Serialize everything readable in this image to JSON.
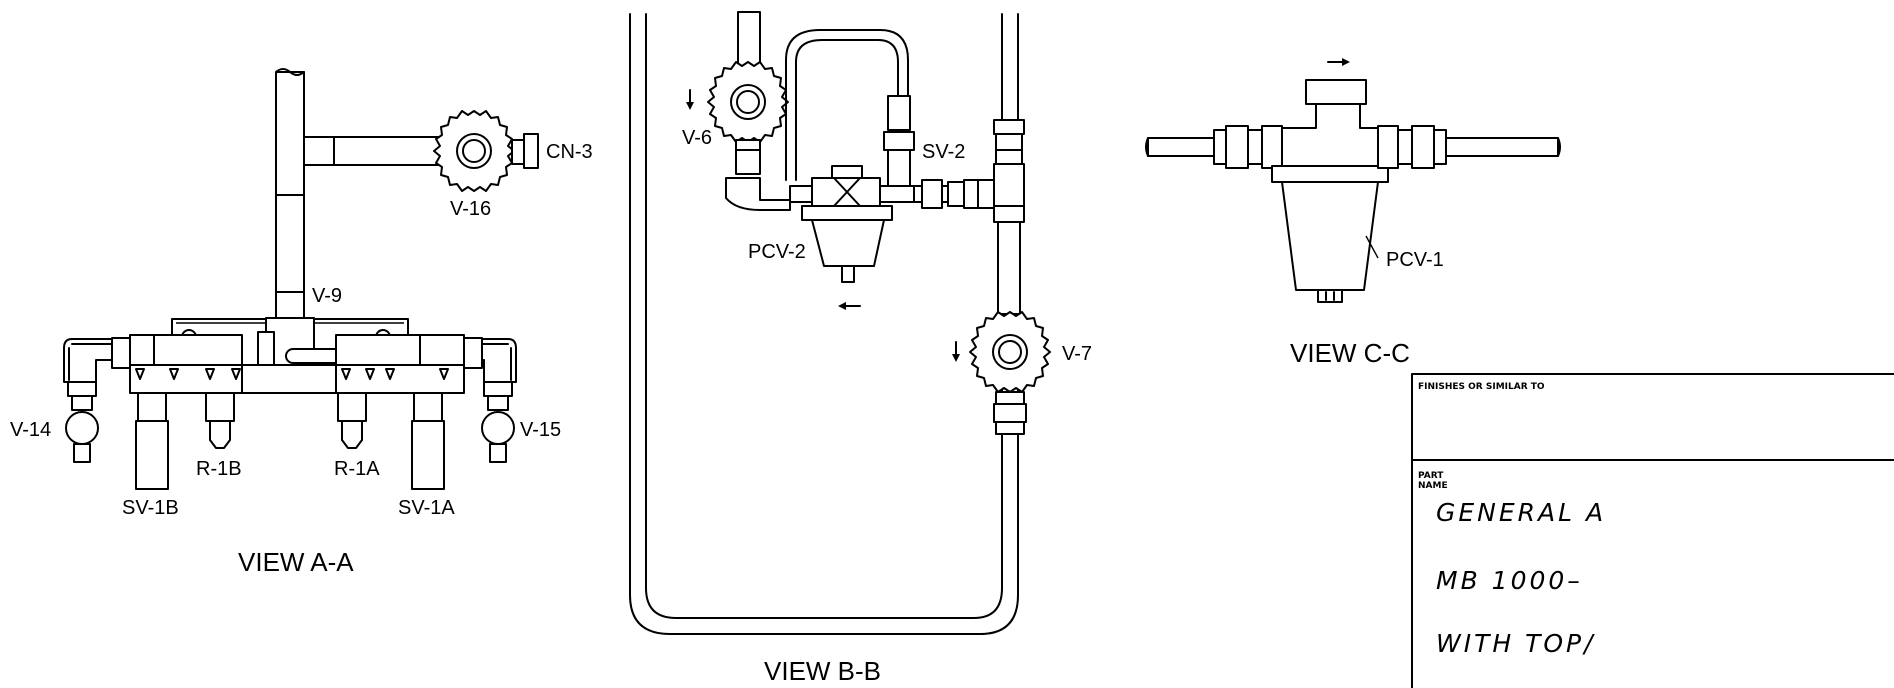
{
  "views": {
    "a": {
      "title": "VIEW A-A",
      "labels": {
        "cn3": "CN-3",
        "v16": "V-16",
        "v9": "V-9",
        "v14": "V-14",
        "v15": "V-15",
        "r1b": "R-1B",
        "r1a": "R-1A",
        "sv1b": "SV-1B",
        "sv1a": "SV-1A"
      }
    },
    "b": {
      "title": "VIEW B-B",
      "labels": {
        "v6": "V-6",
        "sv2": "SV-2",
        "pcv2": "PCV-2",
        "v7": "V-7"
      }
    },
    "c": {
      "title": "VIEW C-C",
      "labels": {
        "pcv1": "PCV-1"
      }
    }
  },
  "title_block": {
    "finishes": "FINISHES OR SIMILAR TO",
    "part_name_line1": "PART",
    "part_name_line2": "NAME",
    "line1": "GENERAL A",
    "line2": "MB 1000–",
    "line3": "WITH TOP/"
  }
}
